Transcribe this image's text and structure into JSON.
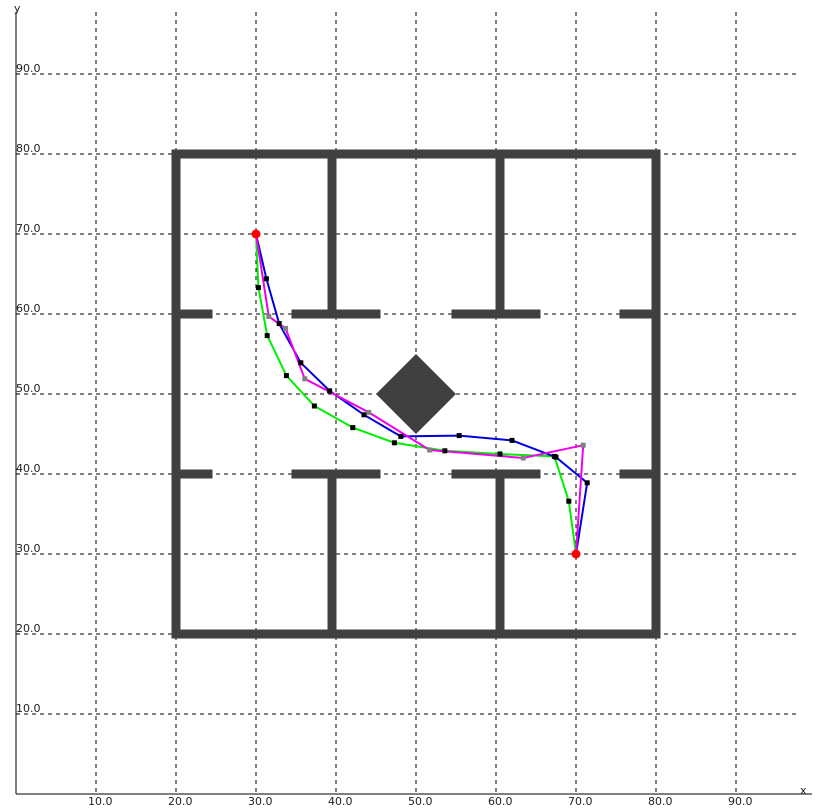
{
  "chart_data": {
    "type": "line",
    "title": "",
    "xlabel": "x",
    "ylabel": "y",
    "xlim": [
      0,
      97.2
    ],
    "ylim": [
      0,
      97.4
    ],
    "grid": true,
    "x_ticks": [
      "10.0",
      "20.0",
      "30.0",
      "40.0",
      "50.0",
      "60.0",
      "70.0",
      "80.0",
      "90.0"
    ],
    "y_ticks": [
      "10.0",
      "20.0",
      "30.0",
      "40.0",
      "50.0",
      "60.0",
      "70.0",
      "80.0",
      "90.0"
    ],
    "x_tick_values": [
      10,
      20,
      30,
      40,
      50,
      60,
      70,
      80,
      90
    ],
    "y_tick_values": [
      10,
      20,
      30,
      40,
      50,
      60,
      70,
      80,
      90
    ],
    "colors": {
      "wall": "#404040",
      "obstacle": "#404040",
      "grid": "#000000",
      "endpoint": "#ff0000",
      "node_black": "#000000",
      "node_gray": "#808080"
    },
    "walls": [
      [
        [
          20,
          80
        ],
        [
          80,
          80
        ]
      ],
      [
        [
          20,
          20
        ],
        [
          80,
          20
        ]
      ],
      [
        [
          20,
          20
        ],
        [
          20,
          80
        ]
      ],
      [
        [
          80,
          20
        ],
        [
          80,
          80
        ]
      ],
      [
        [
          39.5,
          80
        ],
        [
          39.5,
          60
        ]
      ],
      [
        [
          60.5,
          80
        ],
        [
          60.5,
          60
        ]
      ],
      [
        [
          39.5,
          20
        ],
        [
          39.5,
          40
        ]
      ],
      [
        [
          60.5,
          20
        ],
        [
          60.5,
          40
        ]
      ],
      [
        [
          20,
          60
        ],
        [
          24,
          60
        ]
      ],
      [
        [
          35,
          60
        ],
        [
          45,
          60
        ]
      ],
      [
        [
          55,
          60
        ],
        [
          65,
          60
        ]
      ],
      [
        [
          76,
          60
        ],
        [
          80,
          60
        ]
      ],
      [
        [
          20,
          40
        ],
        [
          24,
          40
        ]
      ],
      [
        [
          35,
          40
        ],
        [
          45,
          40
        ]
      ],
      [
        [
          55,
          40
        ],
        [
          65,
          40
        ]
      ],
      [
        [
          76,
          40
        ],
        [
          80,
          40
        ]
      ]
    ],
    "obstacle": [
      [
        50,
        55
      ],
      [
        55,
        50
      ],
      [
        50,
        45
      ],
      [
        45,
        50
      ]
    ],
    "start": [
      30,
      70
    ],
    "goal": [
      70,
      30
    ],
    "series": [
      {
        "color": "#00ee00",
        "marker_color": "#000000",
        "points": [
          [
            30,
            70
          ],
          [
            30.3,
            63.3
          ],
          [
            31.4,
            57.3
          ],
          [
            33.8,
            52.3
          ],
          [
            37.3,
            48.5
          ],
          [
            42.1,
            45.8
          ],
          [
            47.3,
            43.9
          ],
          [
            53.6,
            42.9
          ],
          [
            60.5,
            42.5
          ],
          [
            67.3,
            42.2
          ],
          [
            69.1,
            36.6
          ],
          [
            70,
            30
          ]
        ]
      },
      {
        "color": "#0000dd",
        "marker_color": "#000000",
        "points": [
          [
            30,
            70
          ],
          [
            31.3,
            64.4
          ],
          [
            32.9,
            58.8
          ],
          [
            35.6,
            53.9
          ],
          [
            39.2,
            50.4
          ],
          [
            43.5,
            47.4
          ],
          [
            48.1,
            44.7
          ],
          [
            55.4,
            44.8
          ],
          [
            62.0,
            44.2
          ],
          [
            67.5,
            42.1
          ],
          [
            71.4,
            38.9
          ],
          [
            70,
            30
          ]
        ]
      },
      {
        "color": "#ee00ee",
        "marker_color": "#808080",
        "points": [
          [
            30,
            70
          ],
          [
            31.6,
            59.7
          ],
          [
            33.7,
            58.2
          ],
          [
            36.1,
            51.9
          ],
          [
            44.1,
            47.7
          ],
          [
            51.7,
            43.0
          ],
          [
            63.4,
            42.0
          ],
          [
            70.9,
            43.6
          ],
          [
            70,
            30
          ]
        ]
      }
    ]
  }
}
